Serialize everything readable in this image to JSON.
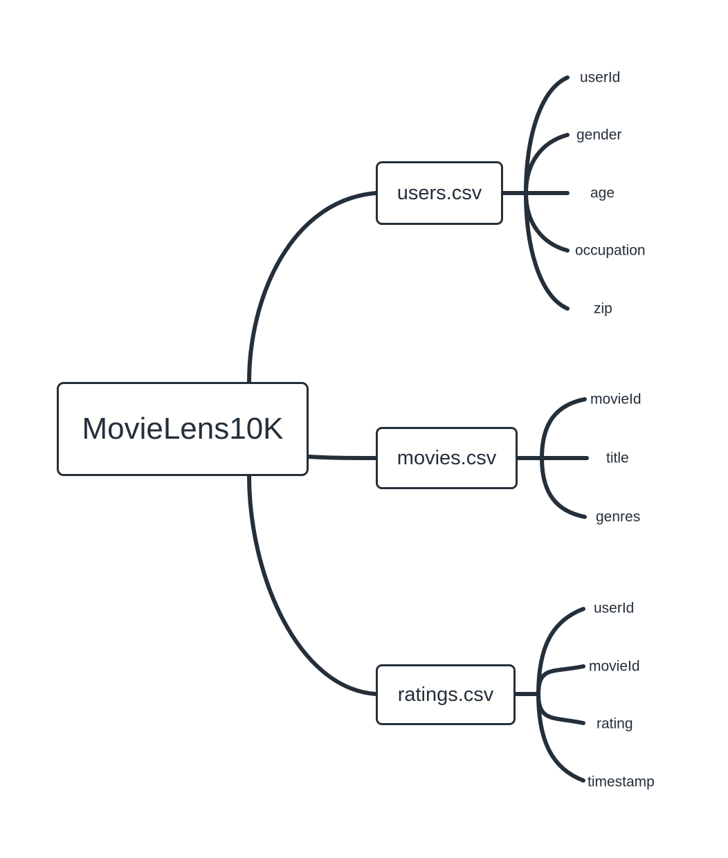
{
  "diagram": {
    "type": "mindmap",
    "title": "MovieLens10K",
    "background_color": "#ffffff",
    "stroke_color": "#242f3a",
    "node_fill_color": "#fffffe",
    "root": {
      "label": "MovieLens10K"
    },
    "branches": [
      {
        "id": "users",
        "label": "users.csv",
        "leaves": [
          {
            "label": "userId"
          },
          {
            "label": "gender"
          },
          {
            "label": "age"
          },
          {
            "label": "occupation"
          },
          {
            "label": "zip"
          }
        ]
      },
      {
        "id": "movies",
        "label": "movies.csv",
        "leaves": [
          {
            "label": "movieId"
          },
          {
            "label": "title"
          },
          {
            "label": "genres"
          }
        ]
      },
      {
        "id": "ratings",
        "label": "ratings.csv",
        "leaves": [
          {
            "label": "userId"
          },
          {
            "label": "movieId"
          },
          {
            "label": "rating"
          },
          {
            "label": "timestamp"
          }
        ]
      }
    ]
  }
}
